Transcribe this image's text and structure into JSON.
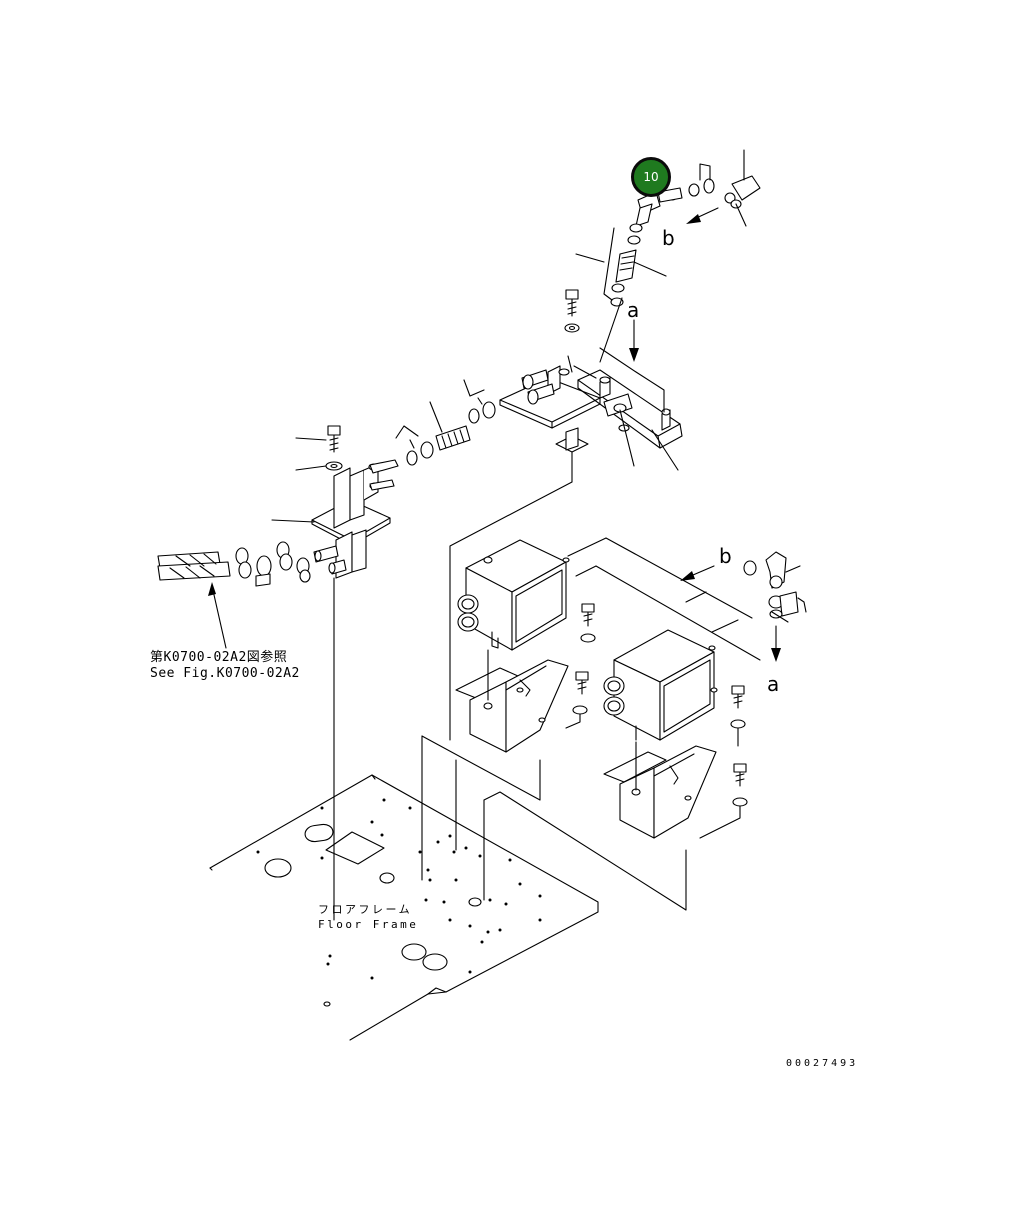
{
  "callout": {
    "number": "10",
    "color": "#1f7a1f",
    "border": "#0b0b0b"
  },
  "view_labels": {
    "a_top": "a",
    "b_top": "b",
    "b_mid": "b",
    "a_mid": "a"
  },
  "reference": {
    "line_jp": "第K0700-02A2図参照",
    "line_en": "See Fig.K0700-02A2"
  },
  "floor_label": {
    "jp": "フロアフレーム",
    "en": "Floor Frame"
  },
  "document_number": "00027493",
  "line_color": "#000000"
}
